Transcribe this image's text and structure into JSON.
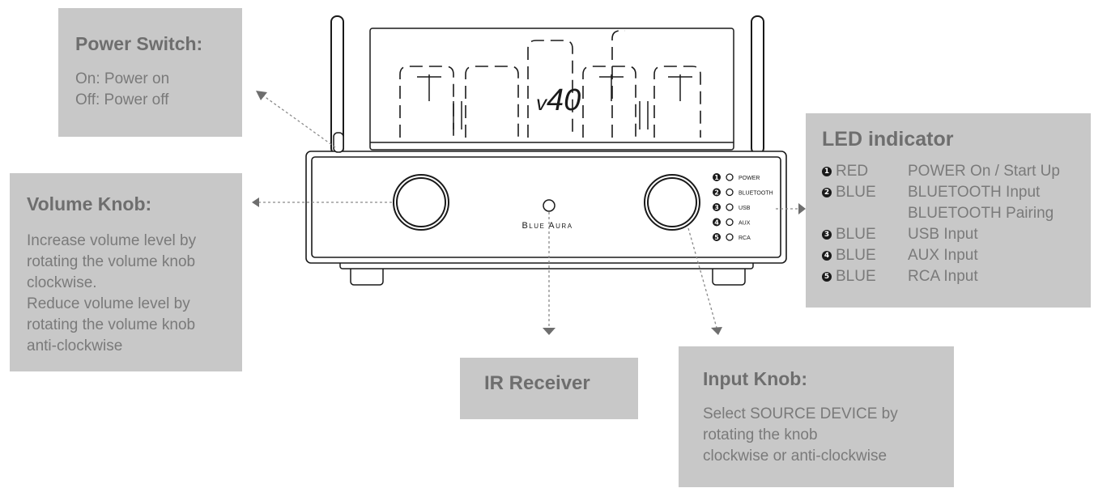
{
  "power_switch": {
    "title": "Power Switch:",
    "lines": [
      "On: Power on",
      "Off: Power off"
    ]
  },
  "volume_knob": {
    "title": "Volume Knob:",
    "lines": [
      "Increase volume level by",
      "rotating the volume knob",
      "clockwise.",
      "Reduce volume level by",
      "rotating the volume knob",
      "anti-clockwise"
    ]
  },
  "ir_receiver": {
    "title": "IR Receiver"
  },
  "input_knob": {
    "title": "Input Knob:",
    "lines": [
      "Select SOURCE DEVICE by",
      "rotating the knob",
      "clockwise or anti-clockwise"
    ]
  },
  "led_indicator": {
    "title": "LED indicator",
    "rows": [
      {
        "num": "1",
        "color": "RED",
        "desc": "POWER On / Start Up"
      },
      {
        "num": "2",
        "color": "BLUE",
        "desc": "BLUETOOTH Input"
      },
      {
        "num": "",
        "color": "",
        "desc": "BLUETOOTH Pairing"
      },
      {
        "num": "3",
        "color": "BLUE",
        "desc": "USB Input"
      },
      {
        "num": "4",
        "color": "BLUE",
        "desc": "AUX Input"
      },
      {
        "num": "5",
        "color": "BLUE",
        "desc": "RCA Input"
      }
    ]
  },
  "device": {
    "model": "40",
    "brand": "Blue Aura",
    "panel_leds": [
      {
        "num": "1",
        "label": "POWER"
      },
      {
        "num": "2",
        "label": "BLUETOOTH"
      },
      {
        "num": "3",
        "label": "USB"
      },
      {
        "num": "4",
        "label": "AUX"
      },
      {
        "num": "5",
        "label": "RCA"
      }
    ]
  },
  "colors": {
    "box_fill": "#c8c8c8",
    "box_text": "#7a7a7a",
    "box_title": "#6e6e6e",
    "line_art": "#1a1a1a",
    "arrow": "#6e6e6e"
  }
}
